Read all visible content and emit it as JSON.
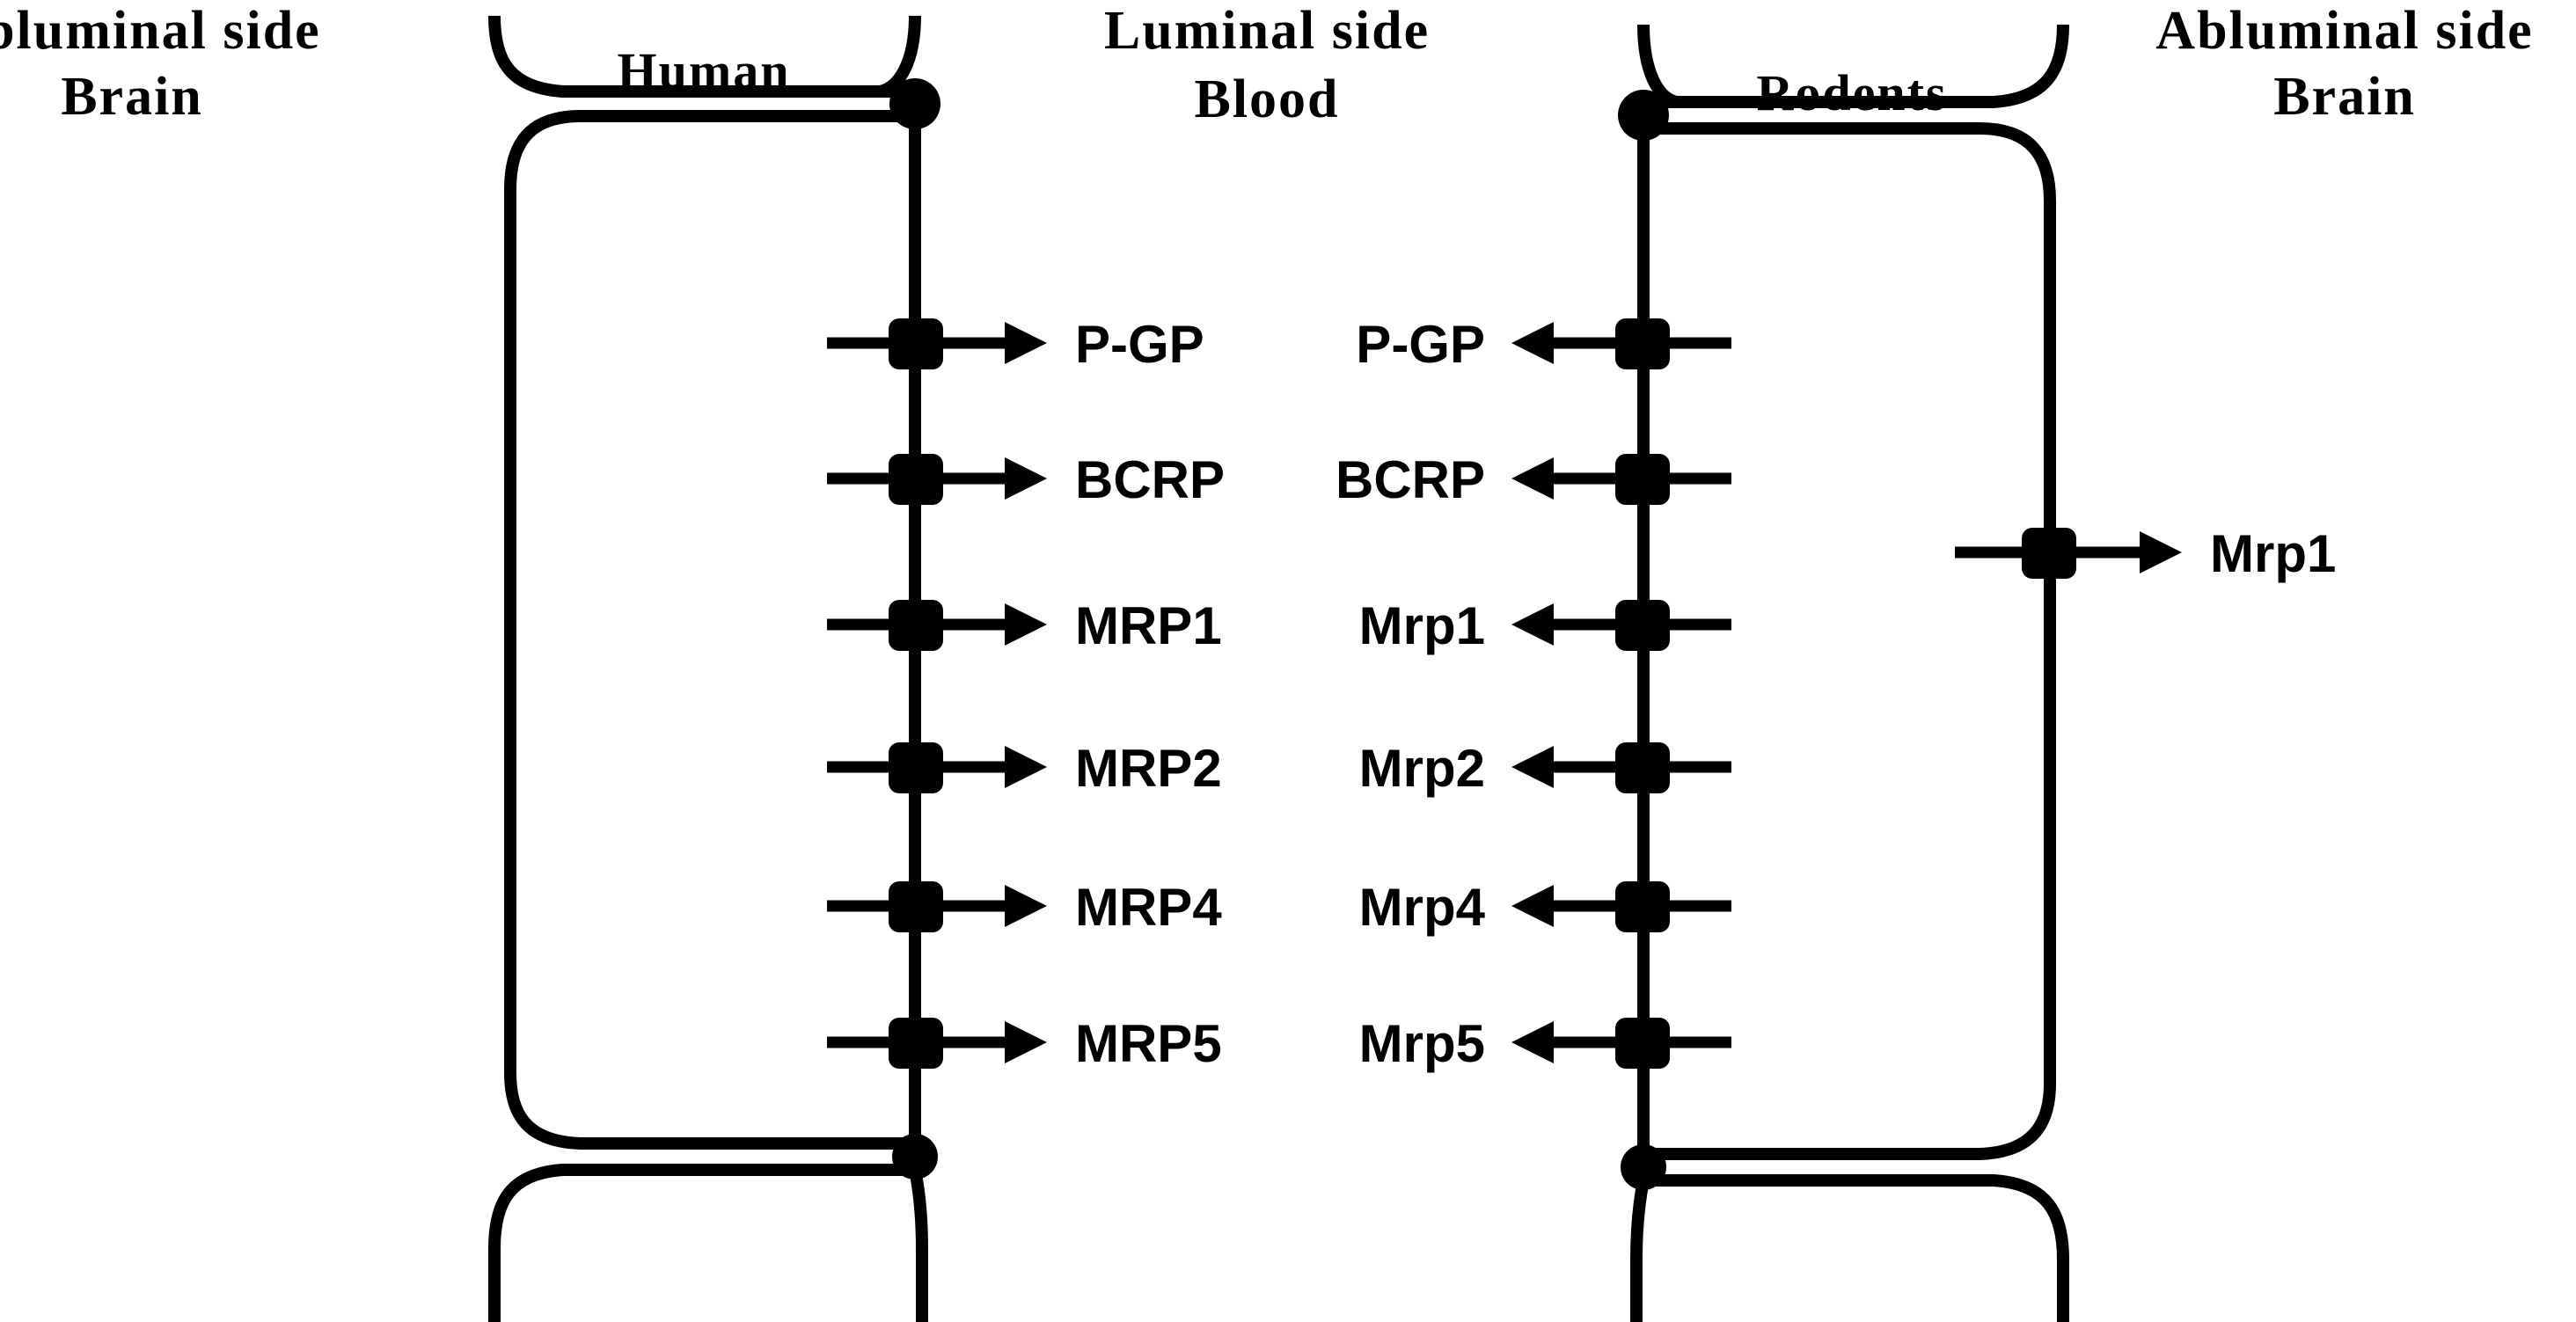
{
  "figure": {
    "type": "schematic-diagram",
    "subject": "Blood-brain barrier efflux transporter localization in human versus rodent endothelial cells",
    "background_color": "#ffffff",
    "line_color": "#000000",
    "label_color": "#000000"
  },
  "headers": {
    "left_side": {
      "line1": "Abluminal side",
      "line2": "Brain"
    },
    "center_side": {
      "line1": "Luminal side",
      "line2": "Blood"
    },
    "right_side": {
      "line1": "Abluminal side",
      "line2": "Brain"
    },
    "human_cell": "Human",
    "rodent_cell": "Rodents"
  },
  "human": {
    "species": "Human",
    "luminal_transporters": [
      {
        "label": "P-GP",
        "direction": "efflux-to-blood",
        "arrow": "right"
      },
      {
        "label": "BCRP",
        "direction": "efflux-to-blood",
        "arrow": "right"
      },
      {
        "label": "MRP1",
        "direction": "efflux-to-blood",
        "arrow": "right"
      },
      {
        "label": "MRP2",
        "direction": "efflux-to-blood",
        "arrow": "right"
      },
      {
        "label": "MRP4",
        "direction": "efflux-to-blood",
        "arrow": "right"
      },
      {
        "label": "MRP5",
        "direction": "efflux-to-blood",
        "arrow": "right"
      }
    ],
    "abluminal_transporters": []
  },
  "rodents": {
    "species": "Rodents",
    "luminal_transporters": [
      {
        "label": "P-GP",
        "direction": "efflux-to-blood",
        "arrow": "left"
      },
      {
        "label": "BCRP",
        "direction": "efflux-to-blood",
        "arrow": "left"
      },
      {
        "label": "Mrp1",
        "direction": "efflux-to-blood",
        "arrow": "left"
      },
      {
        "label": "Mrp2",
        "direction": "efflux-to-blood",
        "arrow": "left"
      },
      {
        "label": "Mrp4",
        "direction": "efflux-to-blood",
        "arrow": "left"
      },
      {
        "label": "Mrp5",
        "direction": "efflux-to-blood",
        "arrow": "left"
      }
    ],
    "abluminal_transporters": [
      {
        "label": "Mrp1",
        "direction": "efflux-to-brain",
        "arrow": "right"
      }
    ]
  },
  "legend_notes": {
    "transporter_glyph": "filled rounded square straddling the membrane",
    "tight_junction_glyph": "filled dot where adjacent endothelial cells meet"
  }
}
